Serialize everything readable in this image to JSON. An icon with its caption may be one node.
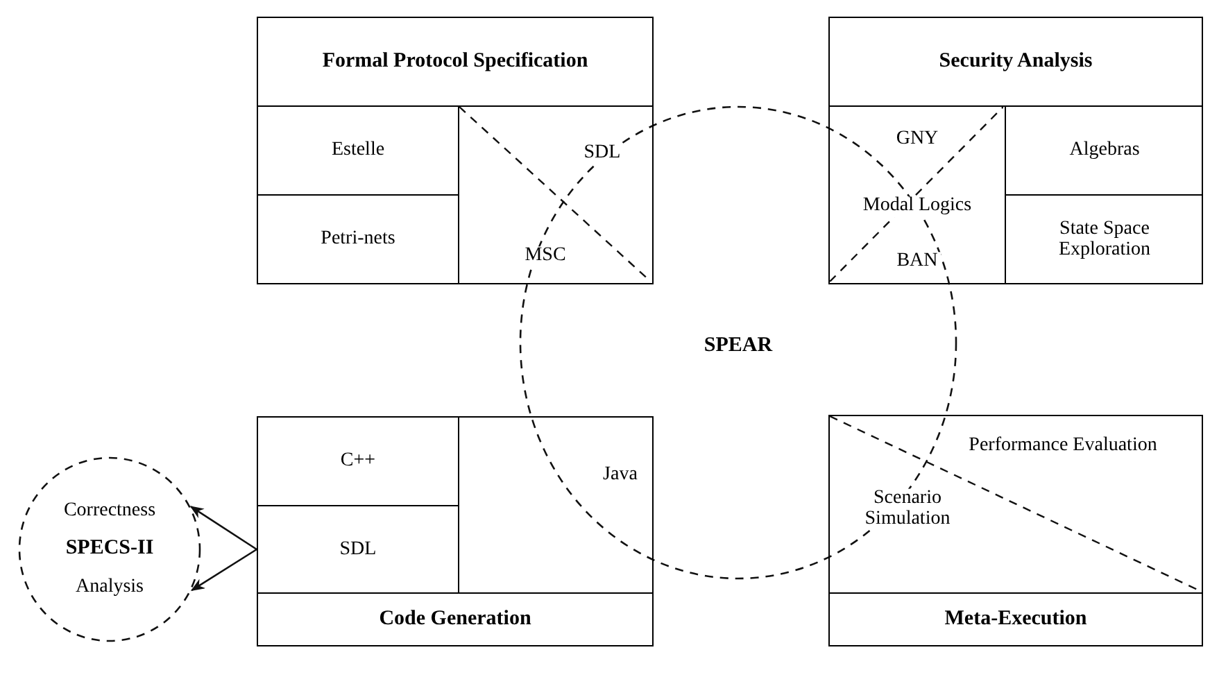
{
  "diagram": {
    "nodes": [
      {
        "text": [
          "Formal Protocol Specification"
        ]
      },
      {
        "text": [
          "Estelle"
        ],
        "in": 0
      },
      {
        "text": [
          "Petri-nets"
        ],
        "in": 0
      },
      {
        "text": [
          "SDL",
          "MSC"
        ],
        "in": 0
      },
      {
        "text": [
          "Security Analysis"
        ]
      },
      {
        "text": [
          "GNY",
          "Modal Logics",
          "BAN"
        ],
        "in": 4
      },
      {
        "text": [
          "Algebras"
        ],
        "in": 4
      },
      {
        "text": [
          "State Space Exploration"
        ],
        "in": 4
      },
      {
        "text": [
          "SPEAR"
        ]
      },
      {
        "text": [
          "Code Generation"
        ]
      },
      {
        "text": [
          "C++"
        ],
        "in": 9
      },
      {
        "text": [
          "SDL"
        ],
        "in": 9
      },
      {
        "text": [
          "Java"
        ],
        "in": 9
      },
      {
        "text": [
          "Meta-Execution"
        ]
      },
      {
        "text": [
          "Performance Evaluation",
          "Scenario Simulation"
        ],
        "in": 13
      },
      {
        "text": [
          "Correctness",
          "SPECS-II",
          "Analysis"
        ]
      }
    ],
    "edges": [
      {
        "from": 11,
        "to": 15,
        "arrow": "to"
      },
      {
        "from": 11,
        "to": 15,
        "arrow": "to"
      }
    ]
  }
}
